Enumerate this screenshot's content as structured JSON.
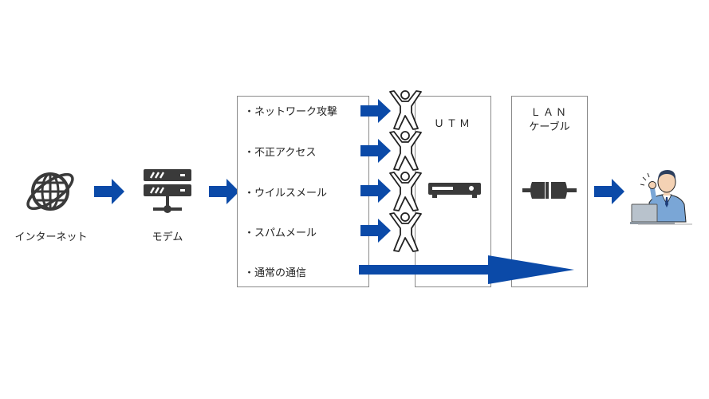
{
  "nodes": {
    "internet": {
      "label": "インターネット"
    },
    "modem": {
      "label": "モデム"
    },
    "utm": {
      "label": "ＵＴＭ"
    },
    "lan": {
      "label_line1": "ＬＡＮ",
      "label_line2": "ケーブル"
    }
  },
  "threats": [
    {
      "label": "・ネットワーク攻撃"
    },
    {
      "label": "・不正アクセス"
    },
    {
      "label": "・ウイルスメール"
    },
    {
      "label": "・スパムメール"
    }
  ],
  "normal": {
    "label": "・通常の通信"
  },
  "colors": {
    "arrow": "#0b4aa8",
    "icon": "#3a3a3a",
    "border": "#8a8a8a"
  },
  "icons": {
    "internet": "globe-icon",
    "modem": "server-icon",
    "guard": "stick-figure-guard-icon",
    "utm_device": "network-appliance-icon",
    "lan_connector": "cable-connector-icon",
    "user": "office-worker-icon"
  }
}
